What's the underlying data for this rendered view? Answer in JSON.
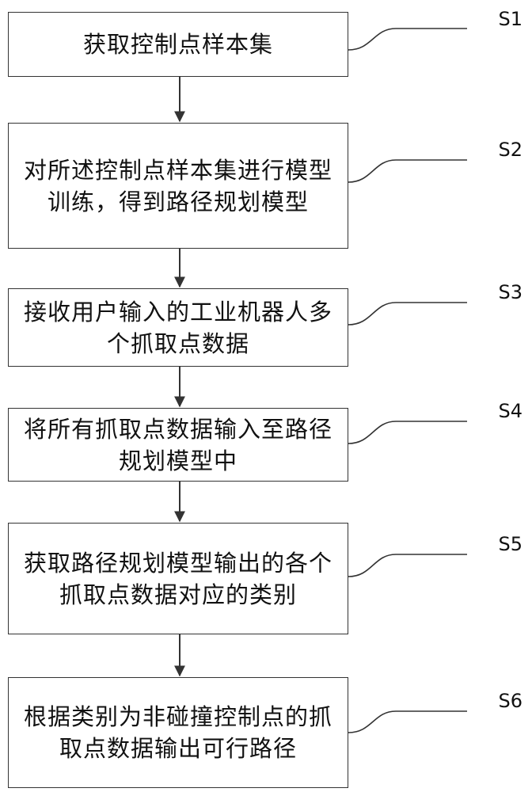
{
  "steps": [
    {
      "id": "S1",
      "text": "获取控制点样本集"
    },
    {
      "id": "S2",
      "text": "对所述控制点样本集进行模型训练，得到路径规划模型"
    },
    {
      "id": "S3",
      "text": "接收用户输入的工业机器人多个抓取点数据"
    },
    {
      "id": "S4",
      "text": "将所有抓取点数据输入至路径规划模型中"
    },
    {
      "id": "S5",
      "text": "获取路径规划模型输出的各个抓取点数据对应的类别"
    },
    {
      "id": "S6",
      "text": "根据类别为非碰撞控制点的抓取点数据输出可行路径"
    }
  ]
}
